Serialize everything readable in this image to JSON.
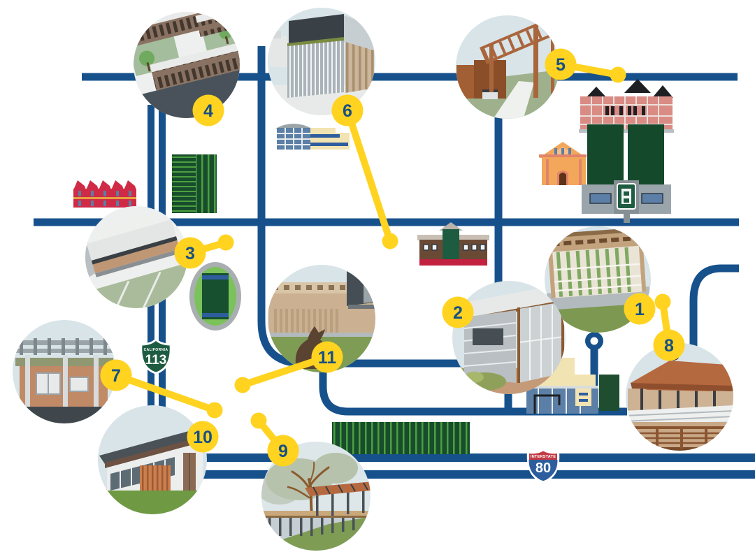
{
  "map": {
    "badges": [
      {
        "number": "1"
      },
      {
        "number": "2"
      },
      {
        "number": "3"
      },
      {
        "number": "4"
      },
      {
        "number": "5"
      },
      {
        "number": "6"
      },
      {
        "number": "7"
      },
      {
        "number": "8"
      },
      {
        "number": "9"
      },
      {
        "number": "10"
      },
      {
        "number": "11"
      }
    ],
    "shields": {
      "ca113": {
        "caption": "CALIFORNIA",
        "number": "113"
      },
      "i80": {
        "caption": "INTERSTATE",
        "number": "80"
      }
    }
  },
  "colors": {
    "road": "#17518c",
    "gold": "#ffd320",
    "badge_text": "#175083",
    "shield_green": "#1e5c41",
    "interstate_red": "#c23b44",
    "interstate_blue": "#2e5d9e",
    "field_green": "#174d2c",
    "circle_sky": "#d8e4e8"
  }
}
